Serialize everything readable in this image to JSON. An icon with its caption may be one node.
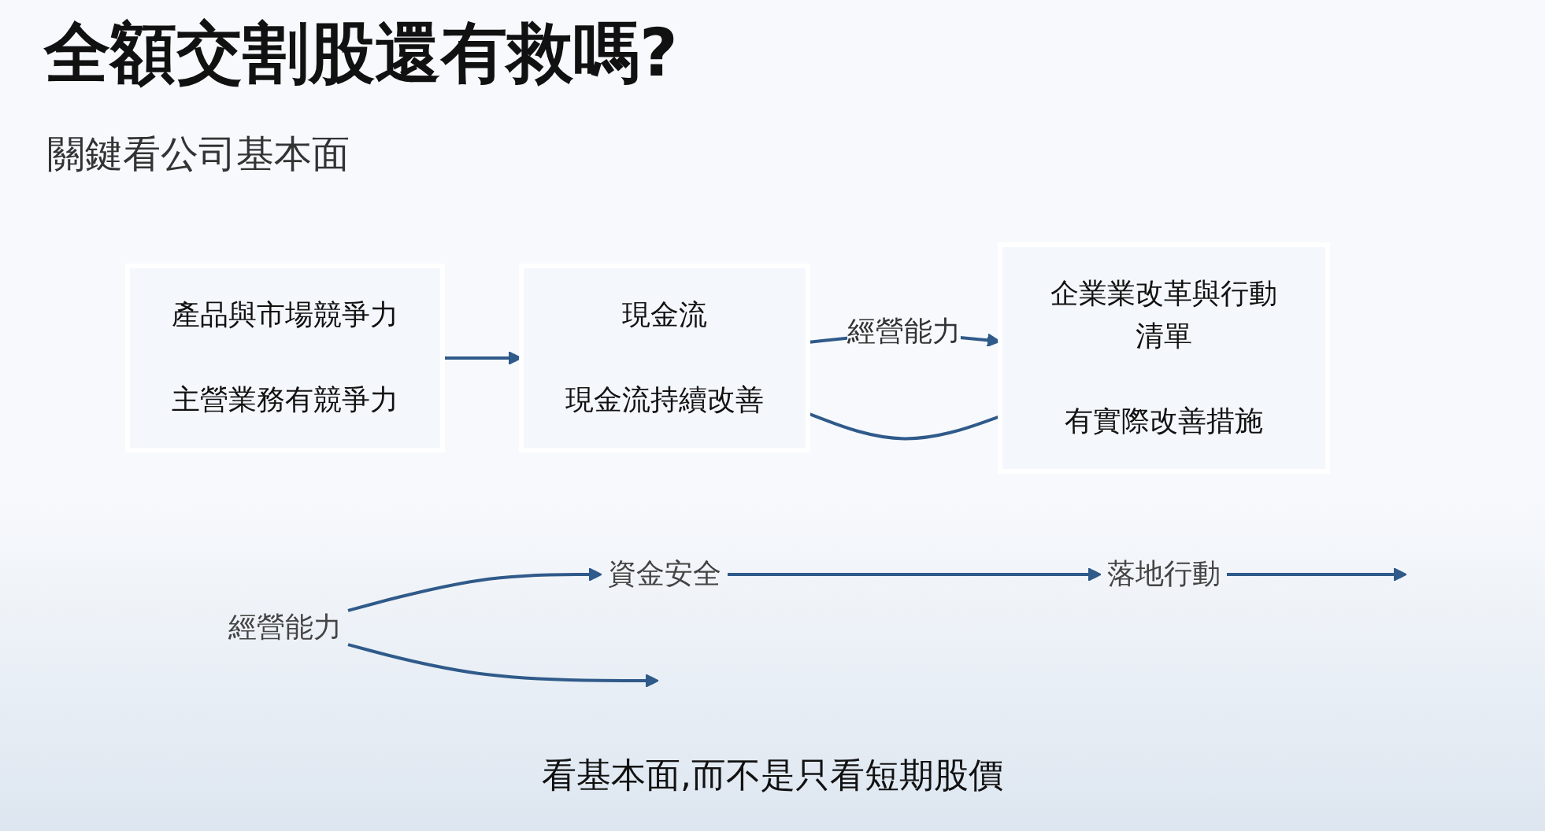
{
  "diagram": {
    "title": "全額交割股還有救嗎?",
    "nodes": [
      {
        "text": [
          "產品與市場競爭力",
          "主營業務有競爭力"
        ]
      },
      {
        "text": [
          "現金流",
          "現金流持續改善"
        ]
      },
      {
        "text": [
          "企業業改革與行動清單",
          "有實際改善措施"
        ]
      },
      {
        "text": [
          "經營能力"
        ]
      },
      {
        "text": [
          "資金安全"
        ]
      },
      {
        "text": [
          "落地行動"
        ]
      }
    ],
    "edges": [
      {
        "from": 0,
        "to": 1,
        "arrow": "to"
      },
      {
        "from": 1,
        "to": 2,
        "label": "經營能力",
        "arrow": "to"
      },
      {
        "from": 1,
        "to": 2,
        "arrow": "none"
      },
      {
        "from": 3,
        "to": 4,
        "arrow": "to"
      },
      {
        "from": 4,
        "to": 5,
        "arrow": "to"
      },
      {
        "from": 3,
        "to": null,
        "arrow": "to"
      },
      {
        "from": 5,
        "to": null,
        "arrow": "to"
      }
    ],
    "labels": [
      "關鍵看公司基本面"
    ],
    "caption": "看基本面,而不是只看短期股價"
  }
}
